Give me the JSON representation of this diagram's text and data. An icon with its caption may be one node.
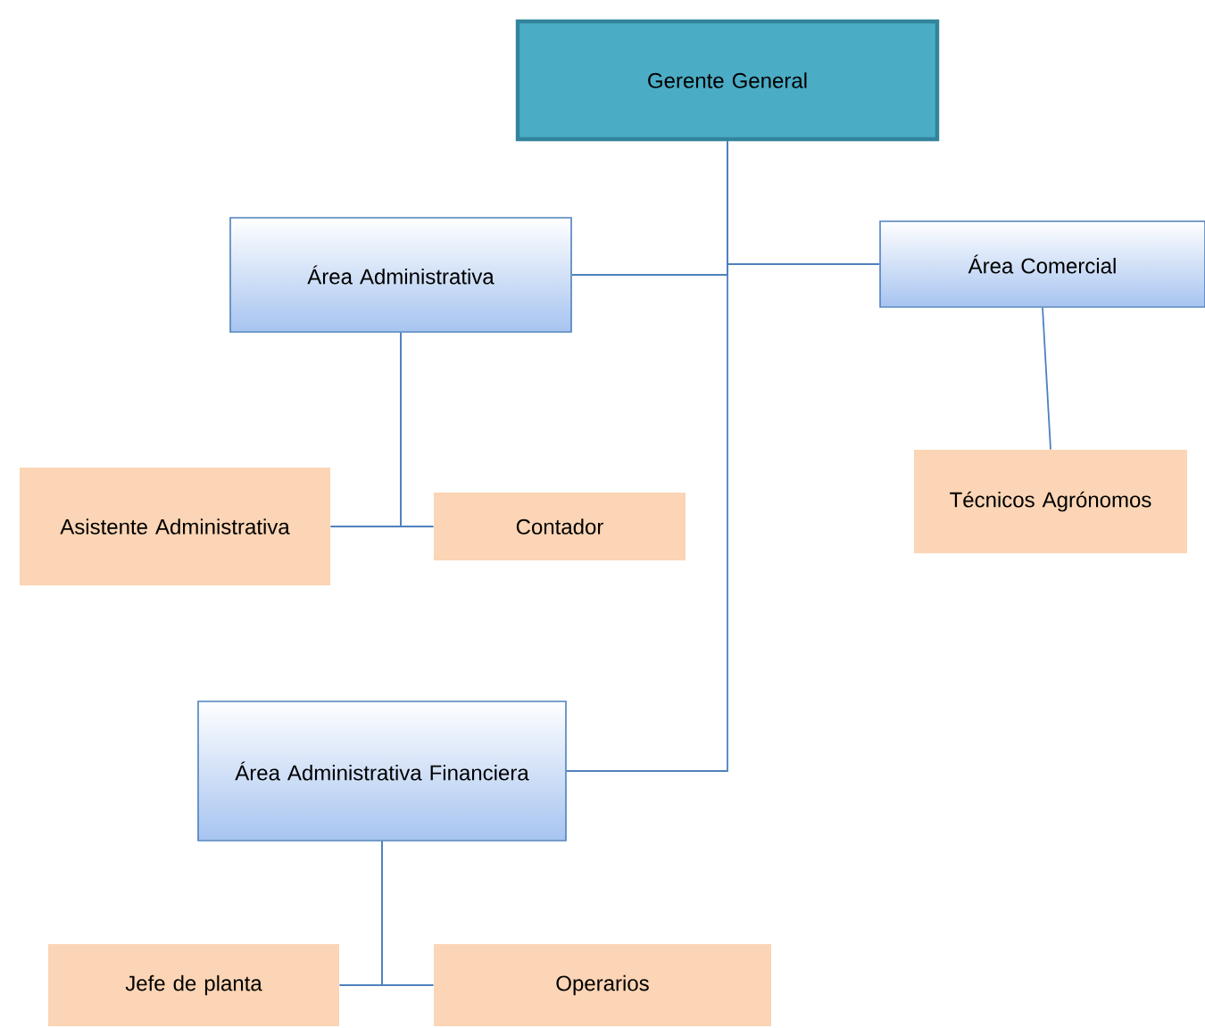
{
  "diagram": {
    "nodes": [
      {
        "text": [
          "Gerente General"
        ]
      },
      {
        "text": [
          "Área Administrativa"
        ]
      },
      {
        "text": [
          "Área Comercial"
        ]
      },
      {
        "text": [
          "Asistente Administrativa"
        ]
      },
      {
        "text": [
          "Contador"
        ]
      },
      {
        "text": [
          "Técnicos Agrónomos"
        ]
      },
      {
        "text": [
          "Área Administrativa Financiera"
        ]
      },
      {
        "text": [
          "Jefe de planta"
        ]
      },
      {
        "text": [
          "Operarios"
        ]
      }
    ],
    "edges": [
      {
        "from": 0,
        "to": 1,
        "arrow": "none"
      },
      {
        "from": 0,
        "to": 2,
        "arrow": "none"
      },
      {
        "from": 0,
        "to": 6,
        "arrow": "none"
      },
      {
        "from": 1,
        "to": 3,
        "arrow": "none"
      },
      {
        "from": 1,
        "to": 4,
        "arrow": "none"
      },
      {
        "from": 2,
        "to": 5,
        "arrow": "none"
      },
      {
        "from": 6,
        "to": 7,
        "arrow": "none"
      },
      {
        "from": 6,
        "to": 8,
        "arrow": "none"
      }
    ]
  }
}
